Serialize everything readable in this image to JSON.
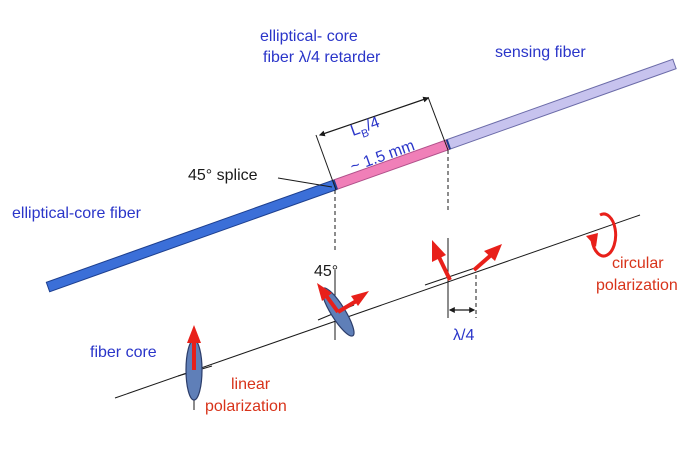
{
  "labels": {
    "sensing_fiber": "sensing fiber",
    "retarder_line1": "elliptical- core",
    "retarder_line2": "fiber λ/4 retarder",
    "lb_base": "L",
    "lb_sub": "B",
    "lb_suffix": "/4",
    "length": "~ 1.5 mm",
    "splice": "45° splice",
    "elliptical_core_fiber": "elliptical-core fiber",
    "angle_45": "45°",
    "circular_line1": "circular",
    "circular_line2": "polarization",
    "lambda_quarter": "λ/4",
    "fiber_core": "fiber core",
    "linear_line1": "linear",
    "linear_line2": "polarization"
  },
  "colors": {
    "elliptical_fiber": "#3b6fd8",
    "retarder": "#f07fb8",
    "sensing_fiber": "#c7c3ee",
    "arrow": "#e8201a",
    "core_ellipse": "#5f7fb8",
    "label_blue": "#2a35c9",
    "label_red": "#d8331a"
  }
}
